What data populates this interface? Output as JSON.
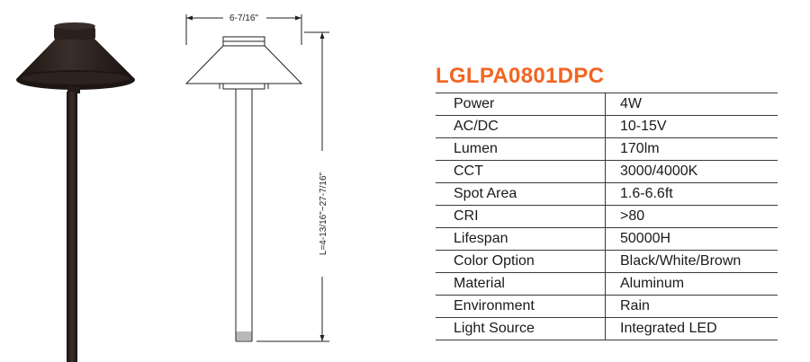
{
  "product": {
    "model": "LGLPA0801DPC",
    "colors": {
      "title": "#f26522",
      "fixture": "#2e2320"
    }
  },
  "drawing": {
    "width_label": "6-7/16\"",
    "height_label": "L=4-13/16\"~27-7/16\""
  },
  "specs": [
    {
      "label": "Power",
      "value": "4W"
    },
    {
      "label": "AC/DC",
      "value": "10-15V"
    },
    {
      "label": "Lumen",
      "value": "170lm"
    },
    {
      "label": "CCT",
      "value": "3000/4000K"
    },
    {
      "label": "Spot Area",
      "value": "1.6-6.6ft"
    },
    {
      "label": "CRI",
      "value": ">80"
    },
    {
      "label": "Lifespan",
      "value": "50000H"
    },
    {
      "label": "Color Option",
      "value": "Black/White/Brown"
    },
    {
      "label": "Material",
      "value": "Aluminum"
    },
    {
      "label": "Environment",
      "value": "Rain"
    },
    {
      "label": "Light Source",
      "value": "Integrated LED"
    }
  ]
}
